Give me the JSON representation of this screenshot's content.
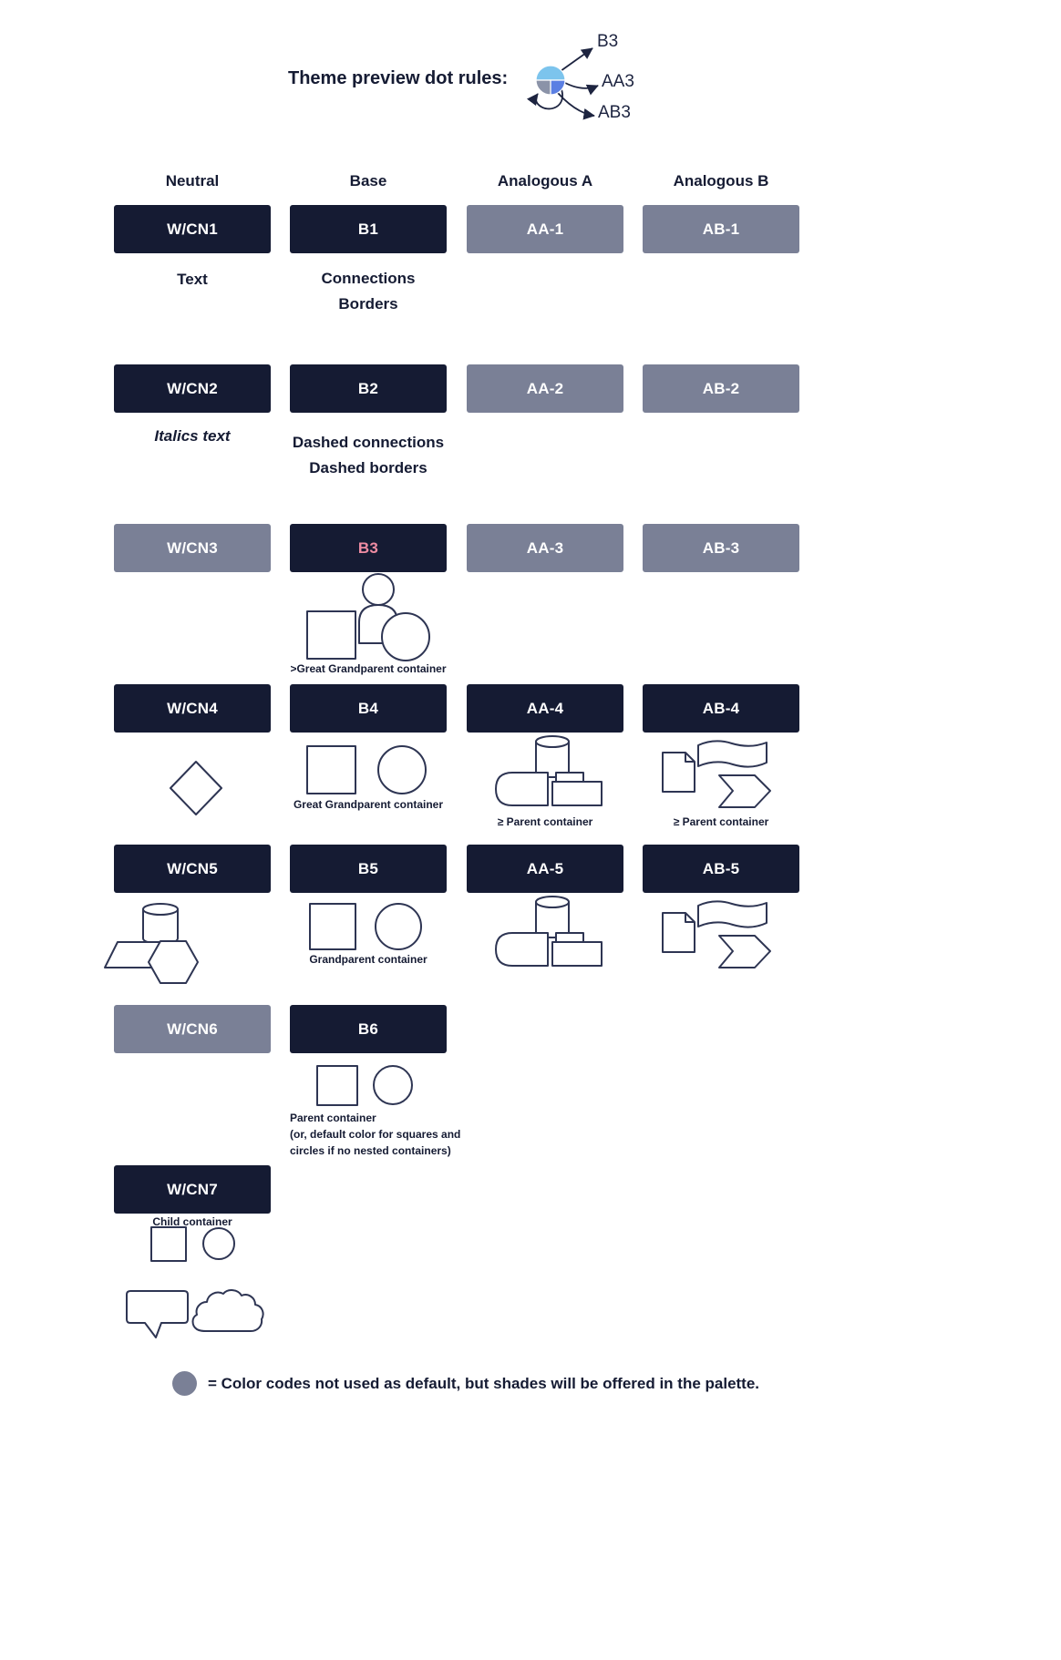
{
  "header": {
    "title": "Theme preview dot rules:"
  },
  "dot": {
    "labels": [
      "B3",
      "AA3",
      "AB3"
    ]
  },
  "columns": [
    "Neutral",
    "Base",
    "Analogous A",
    "Analogous B"
  ],
  "bars": [
    {
      "label": "W/CN1"
    },
    {
      "label": "B1"
    },
    {
      "label": "AA-1"
    },
    {
      "label": "AB-1"
    },
    {
      "label": "W/CN2"
    },
    {
      "label": "B2"
    },
    {
      "label": "AA-2"
    },
    {
      "label": "AB-2"
    },
    {
      "label": "W/CN3"
    },
    {
      "label": "B3"
    },
    {
      "label": "AA-3"
    },
    {
      "label": "AB-3"
    },
    {
      "label": "W/CN4"
    },
    {
      "label": "B4"
    },
    {
      "label": "AA-4"
    },
    {
      "label": "AB-4"
    },
    {
      "label": "W/CN5"
    },
    {
      "label": "B5"
    },
    {
      "label": "AA-5"
    },
    {
      "label": "AB-5"
    },
    {
      "label": "W/CN6"
    },
    {
      "label": "B6"
    },
    {
      "label": "W/CN7"
    }
  ],
  "captions": {
    "neutral1": "Text",
    "base1a": "Connections",
    "base1b": "Borders",
    "neutral2": "Italics text",
    "base2a": "Dashed connections",
    "base2b": "Dashed borders",
    "base3": ">Great Grandparent container",
    "base4": "Great Grandparent container",
    "aa4": "≥  Parent container",
    "ab4": "≥ Parent container",
    "base5": "Grandparent container",
    "base6_line1": "Parent container",
    "base6_line2": "(or, default color for squares and",
    "base6_line3": "circles if no nested containers)",
    "neutral7": "Child container"
  },
  "legend": {
    "text": "= Color codes not used as default, but shades will be offered in the palette."
  },
  "colors": {
    "dark": "#151b33",
    "gray": "#7a8096",
    "pink": "#ef8ca3",
    "stroke": "#2e3553",
    "dot-light": "#7cc4ed",
    "dot-mid": "#5b7fe3",
    "dot-slate": "#8b93a8"
  }
}
